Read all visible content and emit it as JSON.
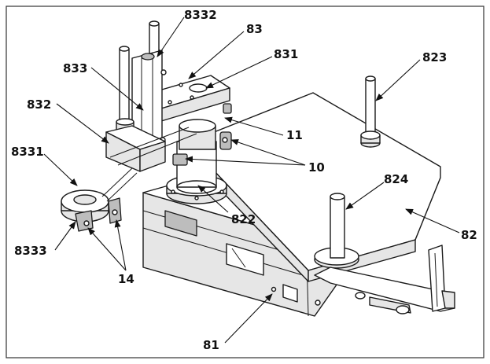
{
  "labels": {
    "l8332": "8332",
    "l83": "83",
    "l831": "831",
    "l823": "823",
    "l833": "833",
    "l832": "832",
    "l11": "11",
    "l10": "10",
    "l8331": "8331",
    "l824": "824",
    "l822": "822",
    "l82": "82",
    "l8333": "8333",
    "l14": "14",
    "l81": "81"
  },
  "colors": {
    "line": "#1a1a1a",
    "shade": "#e6e6e6",
    "dark": "#bdbdbd",
    "background": "#ffffff"
  }
}
